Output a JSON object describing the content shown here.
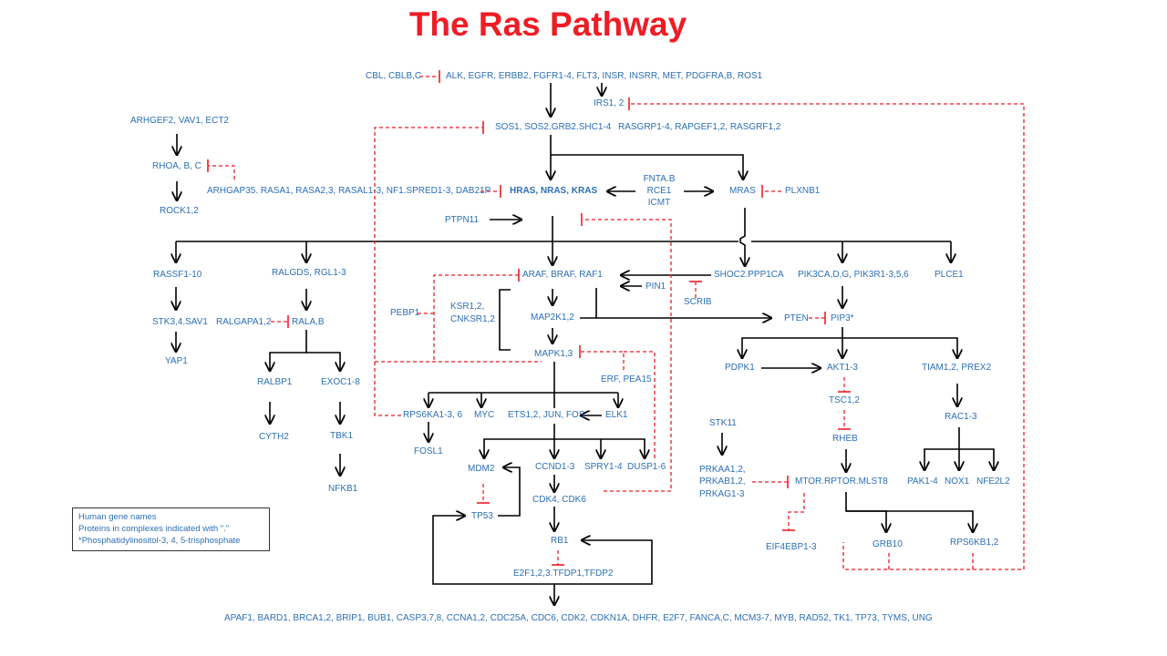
{
  "title": "The Ras Pathway",
  "legend": [
    "Human gene names",
    "Proteins in complexes indicated with \".\"",
    "*Phosphatidylinositol-3, 4, 5-trisphosphate"
  ],
  "colors": {
    "title": "#ee1c25",
    "node_text": "#2c6fb5",
    "activation": "#000000",
    "inhibition": "#ee1c25"
  },
  "nodes": {
    "cbl": "CBL, CBLB,C",
    "rtks": "ALK, EGFR, ERBB2, FGFR1-4, FLT3,  INSR, INSRR, MET, PDGFRA,B, ROS1",
    "irs": "IRS1, 2",
    "arhgef2": "ARHGEF2, VAV1, ECT2",
    "sos": "SOS1, SOS2.GRB2.SHC1-4",
    "rasgrp": "RASGRP1-4, RAPGEF1,2, RASGRF1,2",
    "rhoa": "RHOA, B, C",
    "rock": "ROCK1,2",
    "arhgap": "ARHGAP35. RASA1, RASA2,3, RASAL1-3, NF1.SPRED1-3, DAB21P",
    "ras": "HRAS, NRAS, KRAS",
    "fnta": "FNTA.B",
    "rce1": "RCE1",
    "icmt": "ICMT",
    "mras": "MRAS",
    "plxnb1": "PLXNB1",
    "ptpn11": "PTPN11",
    "rassf1": "RASSF1-10",
    "ralgds": "RALGDS, RGL1-3",
    "araf": "ARAF, BRAF, RAF1",
    "shoc2": "SHOC2.PPP1CA",
    "pik3ca": "PIK3CA,D,G, PIK3R1-3,5,6",
    "plce1": "PLCE1",
    "pin1": "PIN1",
    "scrib": "SCRIB",
    "pebp1": "PEBP1",
    "ksr1": "KSR1,2,",
    "cnksr1": "CNKSR1,2",
    "map2k": "MAP2K1,2",
    "pten": "PTEN",
    "pip3": "PIP3*",
    "stk3": "STK3,4.SAV1",
    "ralgapa": "RALGAPA1,2",
    "rala": "RALA,B",
    "yap1": "YAP1",
    "mapk": "MAPK1,3",
    "erf": "ERF, PEA15",
    "pdpk1": "PDPK1",
    "akt": "AKT1-3",
    "tiam": "TIAM1,2, PREX2",
    "ralbp1": "RALBP1",
    "exoc": "EXOC1-8",
    "tsc": "TSC1,2",
    "rps6ka": "RPS6KA1-3, 6",
    "myc": "MYC",
    "ets": "ETS1,2, JUN, FOS",
    "elk1": "ELK1",
    "rac": "RAC1-3",
    "stk11": "STK11",
    "cyth2": "CYTH2",
    "tbk1": "TBK1",
    "rheb": "RHEB",
    "fosl1": "FOSL1",
    "prkaa": "PRKAA1,2,",
    "prkab": "PRKAB1,2,",
    "prkag": "PRKAG1-3",
    "mdm2": "MDM2",
    "ccnd": "CCND1-3",
    "spry": "SPRY1-4",
    "dusp": "DUSP1-6",
    "mtor": "MTOR.RPTOR.MLST8",
    "pak": "PAK1-4",
    "nox1": "NOX1",
    "nfe2l2": "NFE2L2",
    "nfkb1": "NFKB1",
    "cdk4": "CDK4, CDK6",
    "tp53": "TP53",
    "eif4ebp1": "EIF4EBP1-3",
    "grb10": "GRB10",
    "rps6kb1": "RPS6KB1,2",
    "rb1": "RB1",
    "e2f": "E2F1,2,3.TFDP1,TFDP2",
    "targets": "APAF1, BARD1, BRCA1,2, BRIP1, BUB1, CASP3,7,8, CCNA1,2, CDC25A, CDC6, CDK2, CDKN1A, DHFR, E2F7, FANCA,C, MCM3-7, MYB, RAD52, TK1, TP73, TYMS, UNG"
  }
}
